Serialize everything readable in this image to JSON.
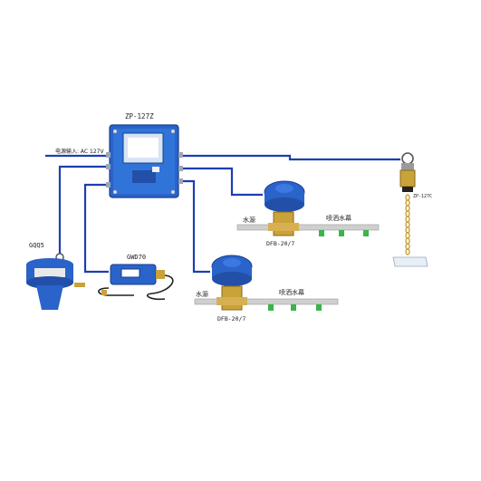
{
  "controller": {
    "label": "ZP-127Z",
    "power_input": "电源输入: AC 127V"
  },
  "sensor_smoke": {
    "label": "GQQ5"
  },
  "sensor_gwd": {
    "label": "GWD70"
  },
  "valve_upper": {
    "label": "DFB-20/7",
    "water_source": "水源",
    "spray_curtain": "喷洒水幕"
  },
  "valve_lower": {
    "label": "DFB-20/7",
    "water_source": "水源",
    "spray_curtain": "喷洒水幕"
  },
  "pull_switch": {
    "label": "ZP-127C"
  },
  "colors": {
    "wire": "#1c3fb0",
    "device_blue": "#2a63c9",
    "brass": "#c9a23a",
    "nozzle": "#39b54a",
    "pipe": "#cfcfcf"
  }
}
